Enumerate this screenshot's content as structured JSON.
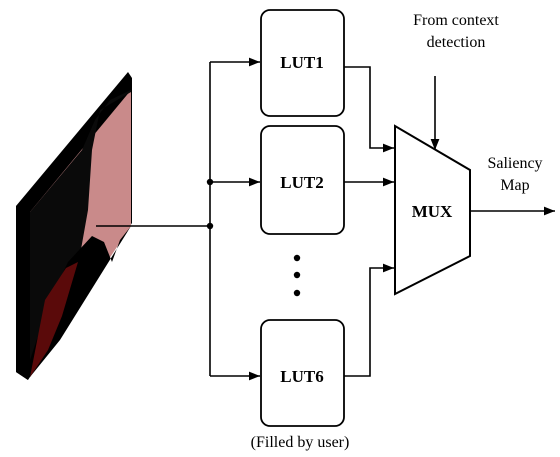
{
  "diagram": {
    "lut_boxes": [
      {
        "id": "lut1",
        "label": "LUT1"
      },
      {
        "id": "lut2",
        "label": "LUT2"
      },
      {
        "id": "lut6",
        "label": "LUT6"
      }
    ],
    "ellipsis": "⋮",
    "mux_label": "MUX",
    "context_label_line1": "From context",
    "context_label_line2": "detection",
    "output_label_line1": "Saliency",
    "output_label_line2": "Map",
    "filled_by_user": "(Filled by user)"
  }
}
